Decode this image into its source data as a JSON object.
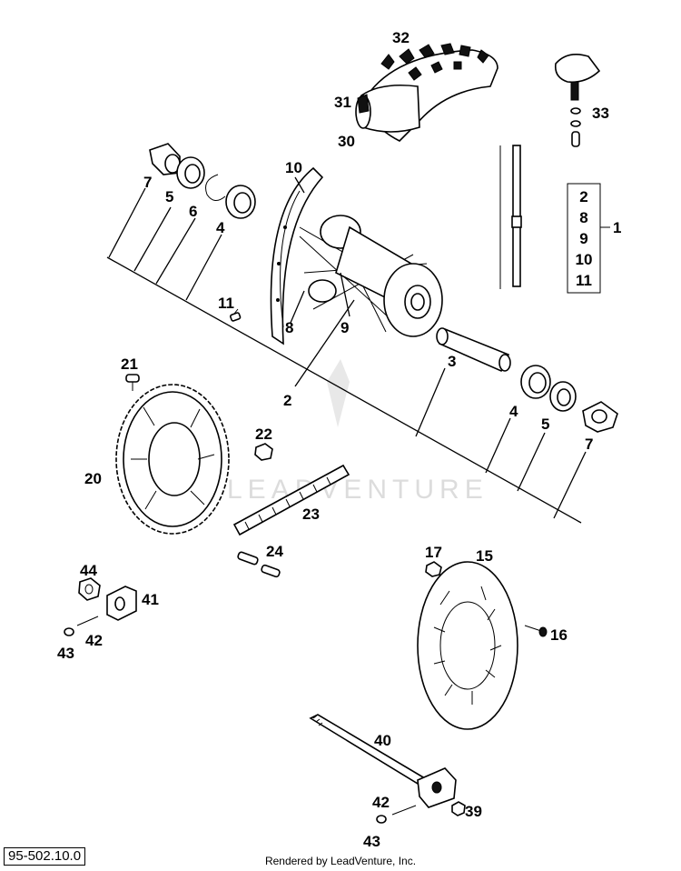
{
  "diagram": {
    "callouts": {
      "c32": "32",
      "c31": "31",
      "c30": "30",
      "c33": "33",
      "c10": "10",
      "c7a": "7",
      "c5a": "5",
      "c6": "6",
      "c4a": "4",
      "c1": "1",
      "c11": "11",
      "c8": "8",
      "c9": "9",
      "c2": "2",
      "c3": "3",
      "c21": "21",
      "c22": "22",
      "c20": "20",
      "c23": "23",
      "c24": "24",
      "c4b": "4",
      "c5b": "5",
      "c7b": "7",
      "c44": "44",
      "c41": "41",
      "c42a": "42",
      "c43a": "43",
      "c17": "17",
      "c15": "15",
      "c16": "16",
      "c40": "40",
      "c42b": "42",
      "c43b": "43",
      "c39": "39"
    },
    "kit_box": [
      "2",
      "8",
      "9",
      "10",
      "11"
    ]
  },
  "watermark": "LEADVENTURE",
  "reference_code": "95-502.10.0",
  "footer": "Rendered by LeadVenture, Inc."
}
